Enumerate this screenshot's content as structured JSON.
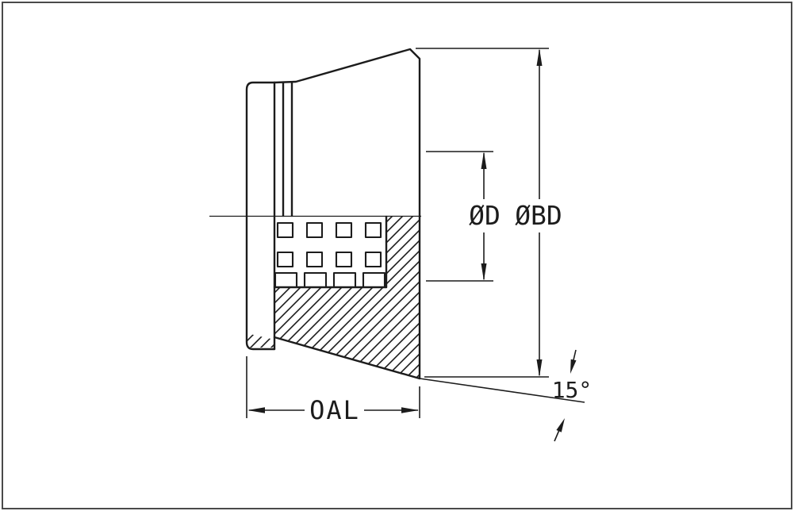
{
  "drawing": {
    "labels": {
      "bore_diameter": "ØD",
      "body_diameter": "ØBD",
      "overall_length": "OAL",
      "taper_angle": "15°"
    },
    "colors": {
      "line": "#1c1c1c",
      "background": "#ffffff",
      "frame_border": "#4a4a4a"
    }
  }
}
